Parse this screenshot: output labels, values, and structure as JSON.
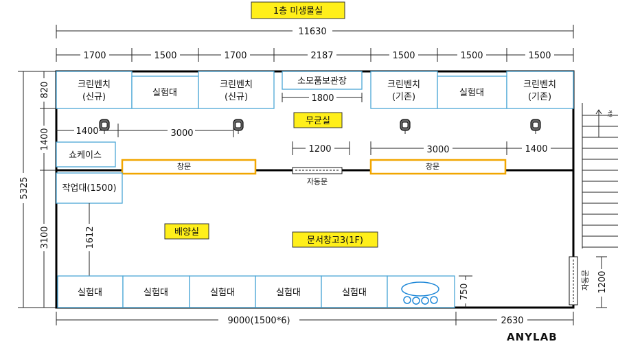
{
  "title": "1층 미생물실",
  "rooms": {
    "aseptic": "무균실",
    "culture": "배양실",
    "archive": "문서창고3(1F)"
  },
  "furniture": {
    "clean_bench_new": "크린벤치",
    "clean_bench_new_sub": "(신규)",
    "clean_bench_old": "크린벤치",
    "clean_bench_old_sub": "(기존)",
    "lab_bench": "실험대",
    "supply_storage": "소모품보관장",
    "showcase": "쇼케이스",
    "workbench": "작업대(1500)"
  },
  "openings": {
    "window": "창문",
    "auto_door": "자동문",
    "stair_label": "계단"
  },
  "dims": {
    "total_width": "11630",
    "w1700a": "1700",
    "w1500a": "1500",
    "w1700b": "1700",
    "w2187": "2187",
    "w1500b": "1500",
    "w1500c": "1500",
    "w1500d": "1500",
    "d1800": "1800",
    "d1400a": "1400",
    "d3000a": "3000",
    "d1200a": "1200",
    "d3000b": "3000",
    "d1400b": "1400",
    "h820": "820",
    "h1400": "1400",
    "h5325": "5325",
    "h3100": "3100",
    "h1612": "1612",
    "h750": "750",
    "h1200": "1200",
    "bottom_9000": "9000(1500*6)",
    "bottom_2630": "2630"
  },
  "logo": "ANYLAB",
  "colors": {
    "tag": "#ffef1a",
    "furniture_outline": "#4aa6d6",
    "window": "#f1a600"
  }
}
